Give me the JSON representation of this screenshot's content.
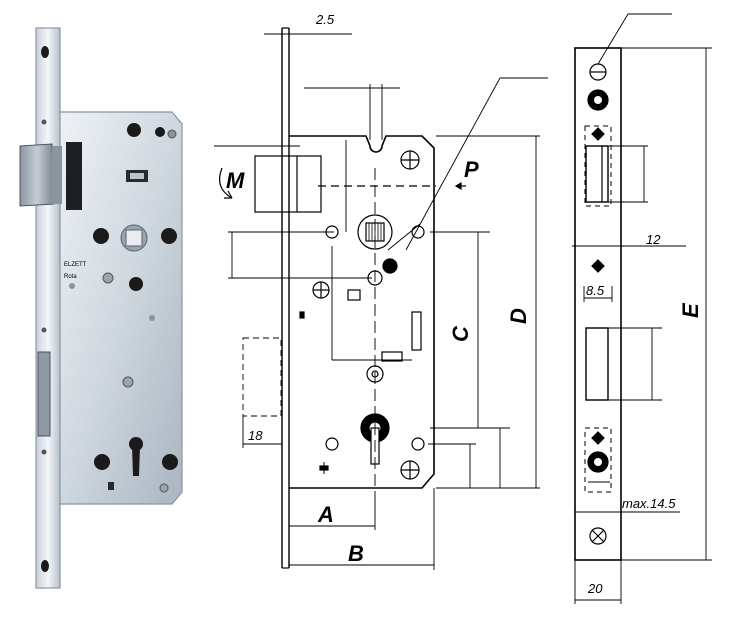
{
  "diagram": {
    "dimensions": {
      "d_2_5": "2.5",
      "d_18": "18",
      "d_12": "12",
      "d_8_5": "8.5",
      "d_max_14_5": "max.14.5",
      "d_20": "20"
    },
    "labels": {
      "M": "M",
      "P": "P",
      "A": "A",
      "B": "B",
      "C": "C",
      "D": "D",
      "E": "E"
    },
    "photo_engraving": {
      "brand": "ELZETT",
      "line2": "Rota"
    },
    "colors": {
      "line": "#000000",
      "metal_light": "#dfe6ee",
      "metal_mid": "#b9c4cf",
      "metal_dark": "#6c7783",
      "hole": "#1a1a1a"
    }
  }
}
